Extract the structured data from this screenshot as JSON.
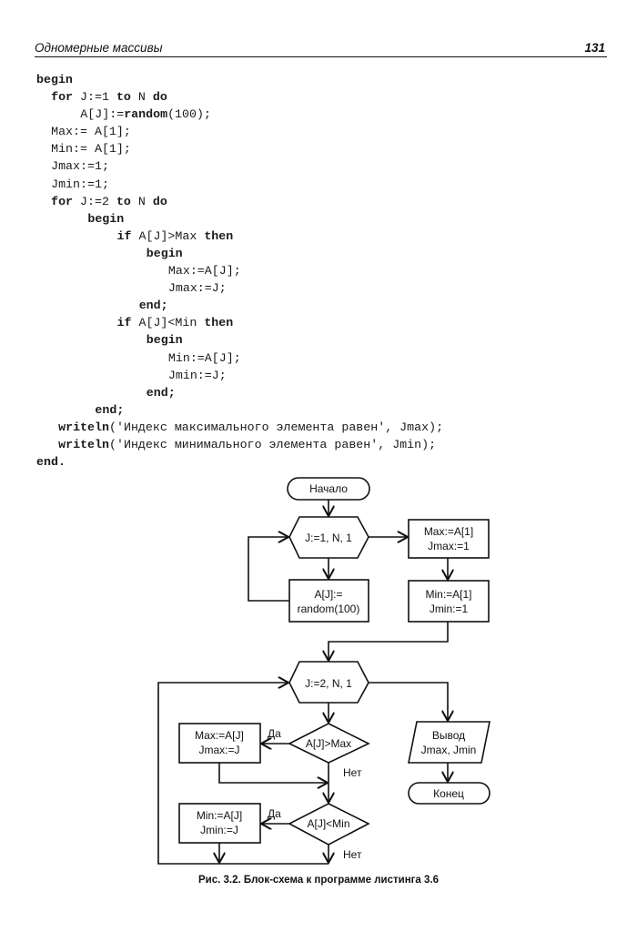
{
  "header": {
    "section_title": "Одномерные массивы",
    "page_number": "131"
  },
  "code_listing": {
    "lines": [
      {
        "indent": 0,
        "tokens": [
          {
            "t": "begin",
            "kw": true
          }
        ]
      },
      {
        "indent": 2,
        "tokens": [
          {
            "t": "for",
            "kw": true
          },
          {
            "t": " J:=1 "
          },
          {
            "t": "to",
            "kw": true
          },
          {
            "t": " N "
          },
          {
            "t": "do",
            "kw": true
          }
        ]
      },
      {
        "indent": 6,
        "tokens": [
          {
            "t": "A[J]:="
          },
          {
            "t": "random",
            "kw": true
          },
          {
            "t": "(100);"
          }
        ]
      },
      {
        "indent": 2,
        "tokens": [
          {
            "t": "Max:= A[1];"
          }
        ]
      },
      {
        "indent": 2,
        "tokens": [
          {
            "t": "Min:= A[1];"
          }
        ]
      },
      {
        "indent": 2,
        "tokens": [
          {
            "t": "Jmax:=1;"
          }
        ]
      },
      {
        "indent": 2,
        "tokens": [
          {
            "t": "Jmin:=1;"
          }
        ]
      },
      {
        "indent": 2,
        "tokens": [
          {
            "t": "for",
            "kw": true
          },
          {
            "t": " J:=2 "
          },
          {
            "t": "to",
            "kw": true
          },
          {
            "t": " N "
          },
          {
            "t": "do",
            "kw": true
          }
        ]
      },
      {
        "indent": 7,
        "tokens": [
          {
            "t": "begin",
            "kw": true
          }
        ]
      },
      {
        "indent": 11,
        "tokens": [
          {
            "t": "if",
            "kw": true
          },
          {
            "t": " A[J]>Max "
          },
          {
            "t": "then",
            "kw": true
          }
        ]
      },
      {
        "indent": 15,
        "tokens": [
          {
            "t": "begin",
            "kw": true
          }
        ]
      },
      {
        "indent": 18,
        "tokens": [
          {
            "t": "Max:=A[J];"
          }
        ]
      },
      {
        "indent": 18,
        "tokens": [
          {
            "t": "Jmax:=J;"
          }
        ]
      },
      {
        "indent": 14,
        "tokens": [
          {
            "t": "end;",
            "kw": true
          }
        ]
      },
      {
        "indent": 11,
        "tokens": [
          {
            "t": "if",
            "kw": true
          },
          {
            "t": " A[J]<Min "
          },
          {
            "t": "then",
            "kw": true
          }
        ]
      },
      {
        "indent": 15,
        "tokens": [
          {
            "t": "begin",
            "kw": true
          }
        ]
      },
      {
        "indent": 18,
        "tokens": [
          {
            "t": "Min:=A[J];"
          }
        ]
      },
      {
        "indent": 18,
        "tokens": [
          {
            "t": "Jmin:=J;"
          }
        ]
      },
      {
        "indent": 15,
        "tokens": [
          {
            "t": "end;",
            "kw": true
          }
        ]
      },
      {
        "indent": 8,
        "tokens": [
          {
            "t": "end;",
            "kw": true
          }
        ]
      },
      {
        "indent": 3,
        "tokens": [
          {
            "t": "writeln",
            "kw": true
          },
          {
            "t": "('Индекс максимального элемента равен', Jmax);"
          }
        ]
      },
      {
        "indent": 3,
        "tokens": [
          {
            "t": "writeln",
            "kw": true
          },
          {
            "t": "('Индекс минимального элемента равен', Jmin);"
          }
        ]
      },
      {
        "indent": 0,
        "tokens": [
          {
            "t": "end.",
            "kw": true
          }
        ]
      }
    ]
  },
  "flowchart": {
    "start_label": "Начало",
    "loop1_label": "J:=1, N, 1",
    "fill_box": [
      "A[J]:=",
      "random(100)"
    ],
    "init_max_box": [
      "Max:=A[1]",
      "Jmax:=1"
    ],
    "init_min_box": [
      "Min:=A[1]",
      "Jmin:=1"
    ],
    "loop2_label": "J:=2, N, 1",
    "cond_max_label": "A[J]>Max",
    "cond_min_label": "A[J]<Min",
    "assign_max_box": [
      "Max:=A[J]",
      "Jmax:=J"
    ],
    "assign_min_box": [
      "Min:=A[J]",
      "Jmin:=J"
    ],
    "yes_label": "Да",
    "no_label": "Нет",
    "output_box": [
      "Вывод",
      "Jmax, Jmin"
    ],
    "end_label": "Конец"
  },
  "caption": {
    "label": "Рис. 3.2.",
    "text": " Блок-схема к программе листинга 3.6"
  }
}
